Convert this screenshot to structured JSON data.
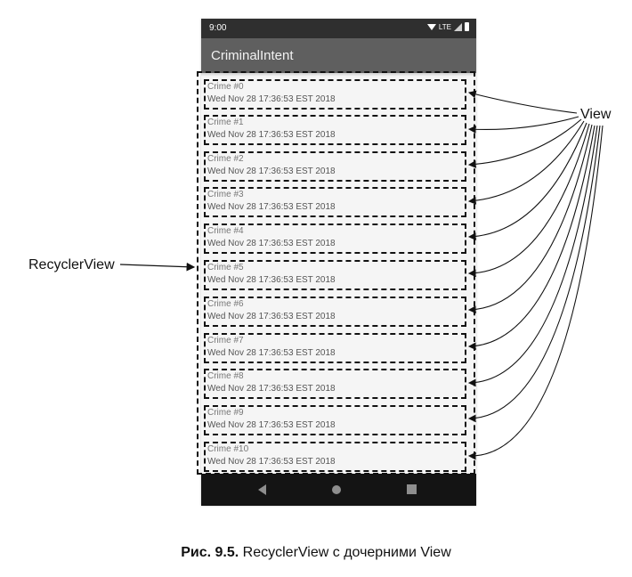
{
  "status_bar": {
    "time": "9:00",
    "network": "LTE"
  },
  "app_bar": {
    "title": "CriminalIntent"
  },
  "crimes": [
    {
      "title": "Crime #0",
      "date": "Wed Nov 28 17:36:53 EST 2018"
    },
    {
      "title": "Crime #1",
      "date": "Wed Nov 28 17:36:53 EST 2018"
    },
    {
      "title": "Crime #2",
      "date": "Wed Nov 28 17:36:53 EST 2018"
    },
    {
      "title": "Crime #3",
      "date": "Wed Nov 28 17:36:53 EST 2018"
    },
    {
      "title": "Crime #4",
      "date": "Wed Nov 28 17:36:53 EST 2018"
    },
    {
      "title": "Crime #5",
      "date": "Wed Nov 28 17:36:53 EST 2018"
    },
    {
      "title": "Crime #6",
      "date": "Wed Nov 28 17:36:53 EST 2018"
    },
    {
      "title": "Crime #7",
      "date": "Wed Nov 28 17:36:53 EST 2018"
    },
    {
      "title": "Crime #8",
      "date": "Wed Nov 28 17:36:53 EST 2018"
    },
    {
      "title": "Crime #9",
      "date": "Wed Nov 28 17:36:53 EST 2018"
    },
    {
      "title": "Crime #10",
      "date": "Wed Nov 28 17:36:53 EST 2018"
    }
  ],
  "nav_bar": {
    "icons": [
      "back-icon",
      "home-icon",
      "recents-icon"
    ]
  },
  "annotations": {
    "recycler_label": "RecyclerView",
    "view_label": "View"
  },
  "caption": {
    "prefix": "Рис. 9.5.",
    "text": "RecyclerView с дочерними View"
  }
}
